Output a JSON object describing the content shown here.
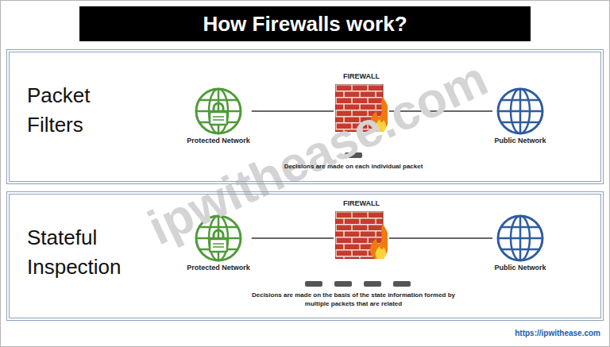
{
  "diagram": {
    "title": "How Firewalls work?",
    "nodes": [
      {
        "text": [
          "Packet Filters",
          "Decisions are made on each individual packet"
        ]
      },
      {
        "text": [
          "Protected Network"
        ],
        "in": 0
      },
      {
        "text": [
          "FIREWALL"
        ],
        "in": 0
      },
      {
        "text": [
          "Public Network"
        ],
        "in": 0
      },
      {
        "text": [
          "Stateful Inspection",
          "Decisions are made on the basis of the state information formed by multiple packets that are related"
        ]
      },
      {
        "text": [
          "Protected Network"
        ],
        "in": 4
      },
      {
        "text": [
          "FIREWALL"
        ],
        "in": 4
      },
      {
        "text": [
          "Public Network"
        ],
        "in": 4
      }
    ],
    "edges": [
      {
        "from": 1,
        "to": 2,
        "arrow": "none"
      },
      {
        "from": 2,
        "to": 3,
        "arrow": "none"
      },
      {
        "from": 5,
        "to": 6,
        "arrow": "none"
      },
      {
        "from": 6,
        "to": 7,
        "arrow": "none"
      }
    ],
    "labels": [
      "ipwithease.com",
      "https://ipwithease.com"
    ]
  }
}
